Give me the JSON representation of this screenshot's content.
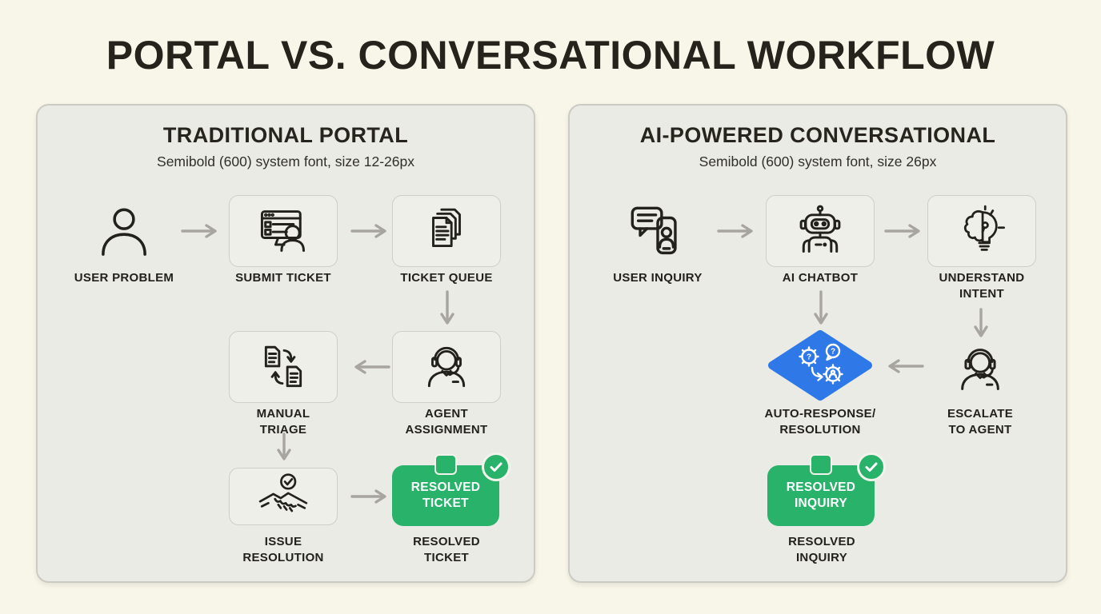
{
  "title": "PORTAL VS. CONVERSATIONAL WORKFLOW",
  "colors": {
    "background": "#f8f5e9",
    "panel": "#ebebe6",
    "panel_border": "#cbcac3",
    "node_border": "#cfcec7",
    "arrow": "#a8a5a0",
    "text": "#23211b",
    "green": "#29b36a",
    "blue": "#2e78e8",
    "white": "#ffffff"
  },
  "left": {
    "heading": "TRADITIONAL PORTAL",
    "subtitle": "Semibold (600) system font, size 12-26px",
    "nodes": {
      "user_problem": {
        "label": "USER PROBLEM"
      },
      "submit_ticket": {
        "label": "SUBMIT TICKET"
      },
      "ticket_queue": {
        "label": "TICKET QUEUE"
      },
      "manual_triage": {
        "line1": "MANUAL",
        "line2": "TRIAGE"
      },
      "agent_assignment": {
        "line1": "AGENT",
        "line2": "ASSIGNMENT"
      },
      "issue_resolution": {
        "line1": "ISSUE",
        "line2": "RESOLUTION"
      },
      "resolved_ticket": {
        "box_line1": "RESOLVED",
        "box_line2": "TICKET",
        "line1": "RESOLVED",
        "line2": "TICKET"
      }
    }
  },
  "right": {
    "heading": "AI-POWERED CONVERSATIONAL",
    "subtitle": "Semibold (600) system font, size 26px",
    "nodes": {
      "user_inquiry": {
        "label": "USER INQUIRY"
      },
      "ai_chatbot": {
        "label": "AI CHATBOT"
      },
      "understand_intent": {
        "line1": "UNDERSTAND",
        "line2": "INTENT"
      },
      "auto_response": {
        "line1": "AUTO-RESPONSE/",
        "line2": "RESOLUTION"
      },
      "escalate_agent": {
        "line1": "ESCALATE",
        "line2": "TO AGENT"
      },
      "resolved_inquiry": {
        "box_line1": "RESOLVED",
        "box_line2": "INQUIRY",
        "line1": "RESOLVED",
        "line2": "INQUIRY"
      }
    }
  },
  "icons": {
    "user": "user-icon",
    "submit_ticket": "browser-person-icon",
    "ticket_queue": "stacked-documents-icon",
    "agent": "headset-agent-icon",
    "manual_triage": "documents-exchange-icon",
    "issue_resolution": "handshake-check-icon",
    "chat_phone": "chat-phone-icon",
    "robot": "robot-icon",
    "brain_bulb": "brain-lightbulb-icon",
    "gears_question": "gears-question-icon",
    "check": "check-icon"
  }
}
